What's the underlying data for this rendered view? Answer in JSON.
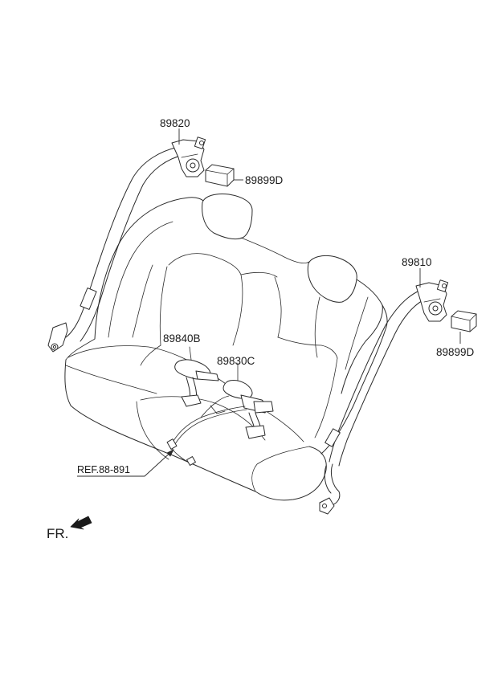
{
  "labels": {
    "retractor_left": "89820",
    "retractor_right": "89810",
    "pad_left": "89899D",
    "pad_right": "89899D",
    "buckle_left": "89840B",
    "buckle_center": "89830C",
    "reference": "REF.88-891",
    "front_direction": "FR."
  }
}
